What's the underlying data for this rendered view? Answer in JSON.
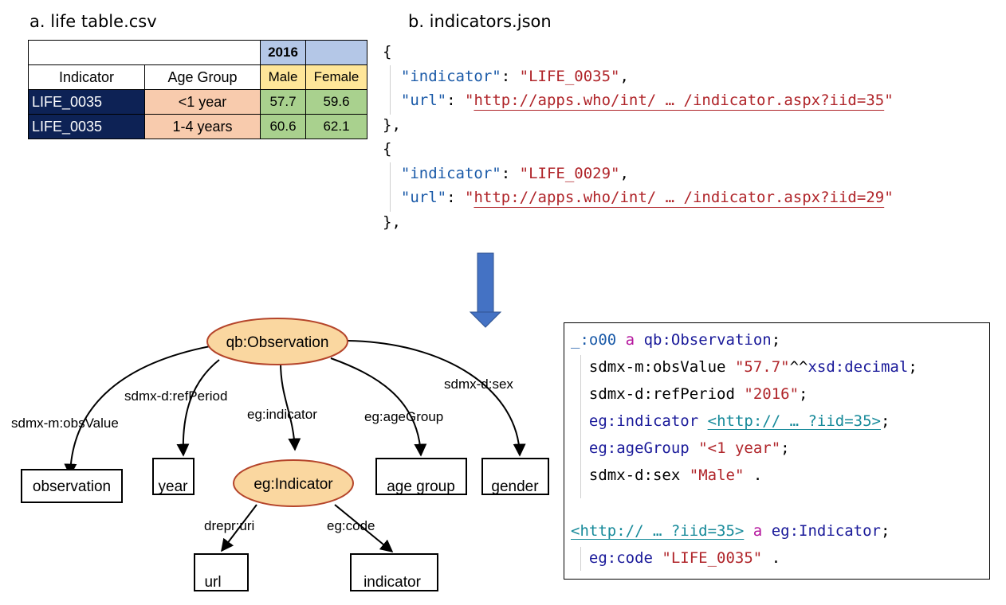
{
  "captions": {
    "table": "a. life table.csv",
    "json": "b. indicators.json"
  },
  "table": {
    "year": "2016",
    "headers": [
      "Indicator",
      "Age Group",
      "Male",
      "Female"
    ],
    "rows": [
      [
        "LIFE_0035",
        "<1 year",
        "57.7",
        "59.6"
      ],
      [
        "LIFE_0035",
        "1-4 years",
        "60.6",
        "62.1"
      ]
    ]
  },
  "json_file": {
    "records": [
      {
        "indicator": "LIFE_0035",
        "url": "http://apps.who/int/ … /indicator.aspx?iid=35"
      },
      {
        "indicator": "LIFE_0029",
        "url": "http://apps.who/int/ … /indicator.aspx?iid=29"
      }
    ]
  },
  "diagram": {
    "nodes": {
      "observation_class": "qb:Observation",
      "indicator_class": "eg:Indicator",
      "observation": "observation",
      "year": "year",
      "age_group": "age group",
      "gender": "gender",
      "url": "url",
      "indicator": "indicator"
    },
    "edges": {
      "obs_value": "sdmx-m:obsValue",
      "ref_period": "sdmx-d:refPeriod",
      "indicator": "eg:indicator",
      "age_group": "eg:ageGroup",
      "sex": "sdmx-d:sex",
      "uri": "drepr:uri",
      "code": "eg:code"
    },
    "colors": {
      "class_fill": "#fad7a0",
      "class_stroke": "#b5452b",
      "arrow": "#3f6fc4"
    }
  },
  "turtle": {
    "bnode": "_:o00",
    "a": "a",
    "obs_class_prefix": "qb:",
    "obs_class_name": "Observation",
    "line_end": ";",
    "p1_prefix": "sdmx-m:",
    "p1_name": "obsValue",
    "p1_value": "\"57.7\"",
    "p1_datatype_sep": "^^",
    "p1_datatype": "xsd:decimal",
    "p2_prefix": "sdmx-d:",
    "p2_name": "refPeriod",
    "p2_value": "\"2016\"",
    "p3": "eg:indicator",
    "p3_value": "<http:// … ?iid=35>",
    "p4": "eg:ageGroup",
    "p4_value": "\"<1 year\"",
    "p5_prefix": "sdmx-d:",
    "p5_name": "sex",
    "p5_value": "\"Male\"",
    "dot": " .",
    "subj2": "<http:// … ?iid=35>",
    "ind_class": "eg:Indicator",
    "p6": "eg:code",
    "p6_value": "\"LIFE_0035\""
  }
}
